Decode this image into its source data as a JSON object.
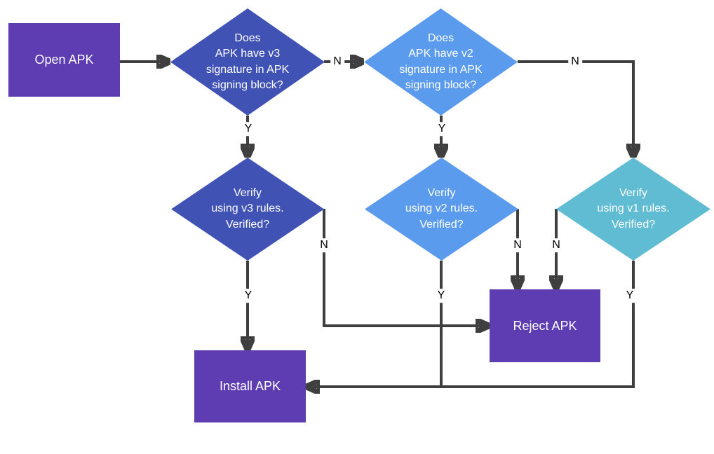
{
  "diagram": {
    "nodes": {
      "open_apk": {
        "label": "Open APK",
        "type": "process",
        "color": "#5e3cb2"
      },
      "check_v3": {
        "label": "Does\nAPK have v3\nsignature in APK\nsigning block?",
        "type": "decision",
        "color": "#4053b4"
      },
      "check_v2": {
        "label": "Does\nAPK have v2\nsignature in APK\nsigning block?",
        "type": "decision",
        "color": "#5b9bee"
      },
      "verify_v3": {
        "label": "Verify\nusing v3 rules.\nVerified?",
        "type": "decision",
        "color": "#4053b4"
      },
      "verify_v2": {
        "label": "Verify\nusing v2 rules.\nVerified?",
        "type": "decision",
        "color": "#5b9bee"
      },
      "verify_v1": {
        "label": "Verify\nusing v1 rules.\nVerified?",
        "type": "decision",
        "color": "#5fbcd3"
      },
      "reject_apk": {
        "label": "Reject APK",
        "type": "process",
        "color": "#5e3cb2"
      },
      "install_apk": {
        "label": "Install APK",
        "type": "process",
        "color": "#5e3cb2"
      }
    },
    "edge_labels": {
      "check_v3_no": "N",
      "check_v3_yes": "Y",
      "check_v2_no": "N",
      "check_v2_yes": "Y",
      "verify_v3_no": "N",
      "verify_v3_yes": "Y",
      "verify_v2_no": "N",
      "verify_v2_yes": "Y",
      "verify_v1_no": "N",
      "verify_v1_yes": "Y"
    },
    "connector_color": "#3f3f3f",
    "background_color": "#ffffff"
  }
}
